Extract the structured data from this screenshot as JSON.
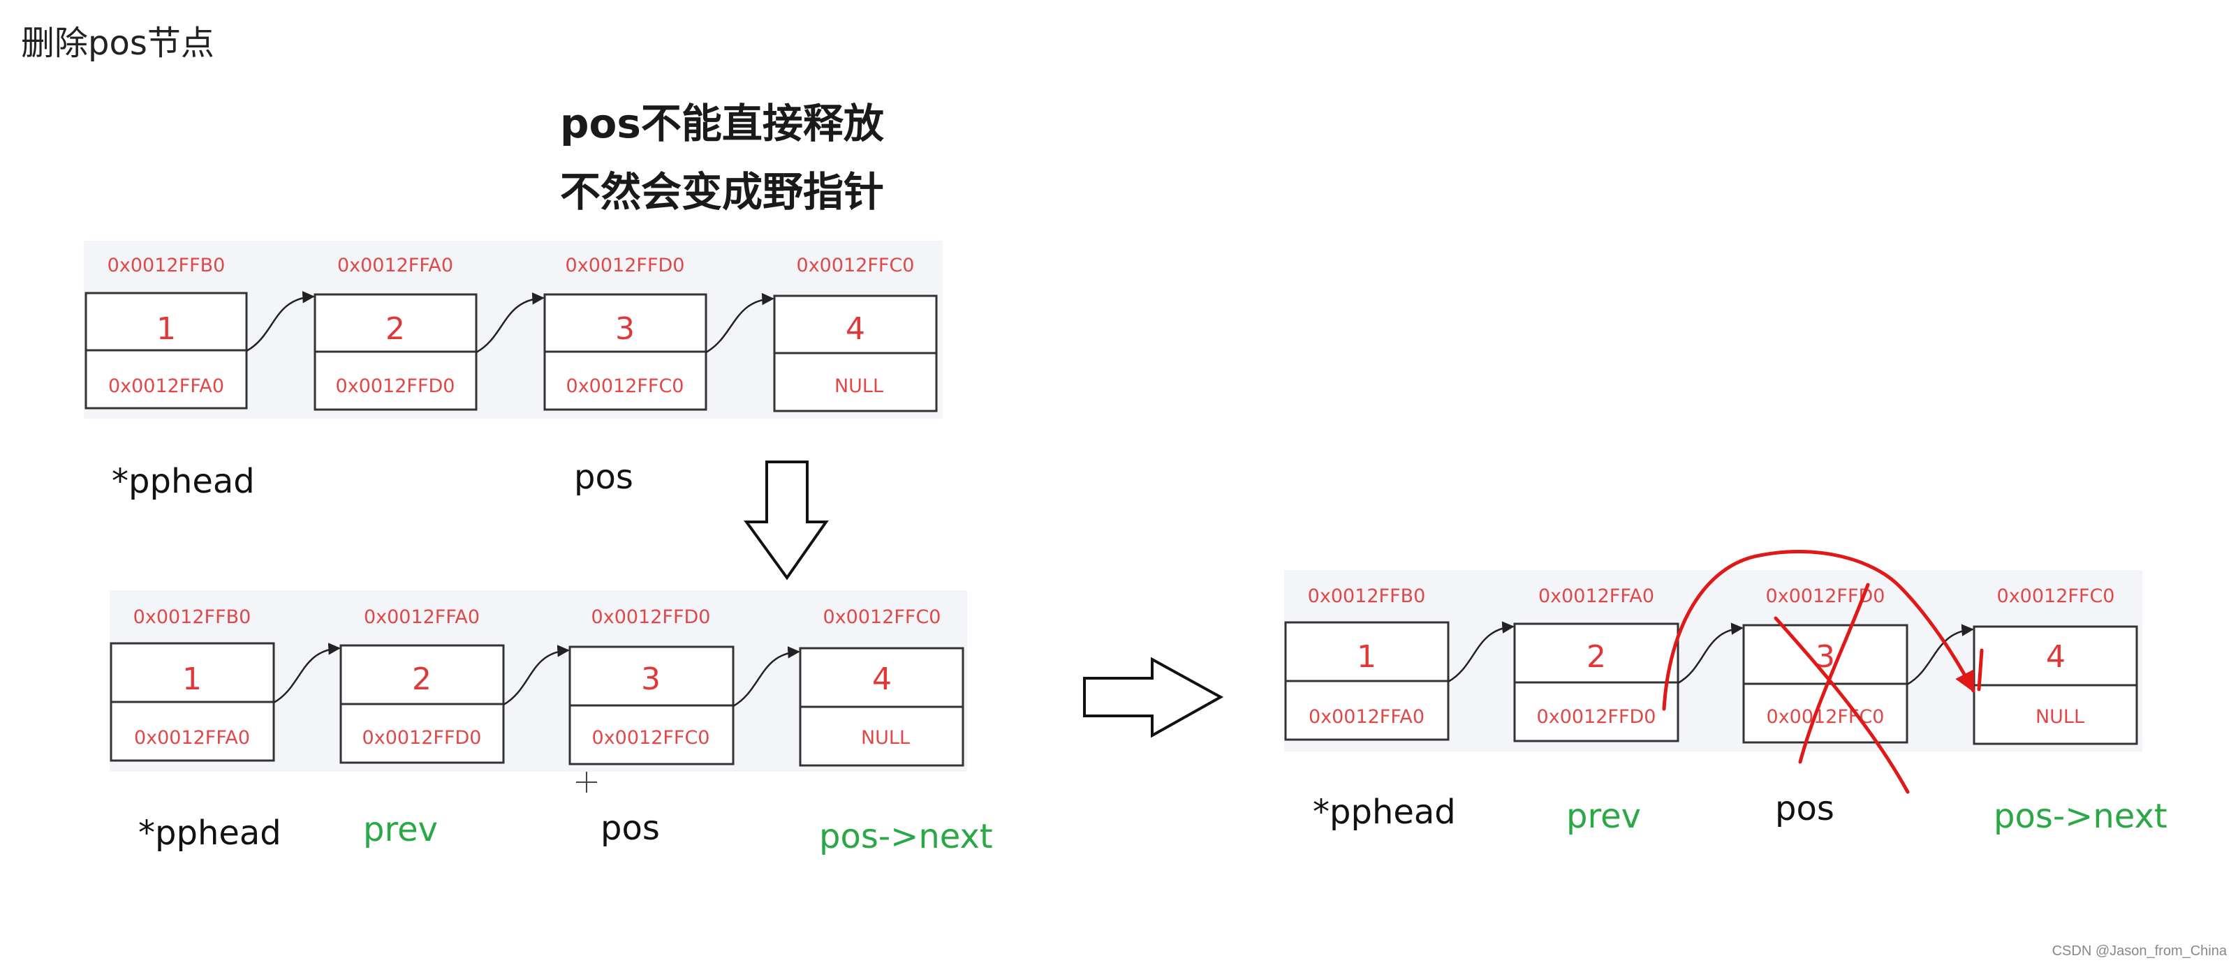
{
  "page_title": "删除pos节点",
  "note_lines": [
    "pos不能直接释放",
    "不然会变成野指针"
  ],
  "panels": [
    {
      "addresses": [
        "0x0012FFB0",
        "0x0012FFA0",
        "0x0012FFD0",
        "0x0012FFC0"
      ],
      "values": [
        "1",
        "2",
        "3",
        "4"
      ],
      "nexts": [
        "0x0012FFA0",
        "0x0012FFD0",
        "0x0012FFC0",
        "NULL"
      ],
      "labels": [
        "*pphead",
        "pos"
      ]
    },
    {
      "addresses": [
        "0x0012FFB0",
        "0x0012FFA0",
        "0x0012FFD0",
        "0x0012FFC0"
      ],
      "values": [
        "1",
        "2",
        "3",
        "4"
      ],
      "nexts": [
        "0x0012FFA0",
        "0x0012FFD0",
        "0x0012FFC0",
        "NULL"
      ],
      "labels": [
        "*pphead",
        "prev",
        "pos",
        "pos->next"
      ]
    },
    {
      "addresses": [
        "0x0012FFB0",
        "0x0012FFA0",
        "0x0012FFD0",
        "0x0012FFC0"
      ],
      "values": [
        "1",
        "2",
        "3",
        "4"
      ],
      "nexts": [
        "0x0012FFA0",
        "0x0012FFD0",
        "0x0012FFC0",
        "NULL"
      ],
      "labels": [
        "*pphead",
        "prev",
        "pos",
        "pos->next"
      ]
    }
  ],
  "watermark": "CSDN @Jason_from_China",
  "colors": {
    "address": "#e04848",
    "value": "#e03838",
    "pointer_green": "#2aa845",
    "panel_bg": "#f3f5f8",
    "annotation_red": "#e01818"
  }
}
